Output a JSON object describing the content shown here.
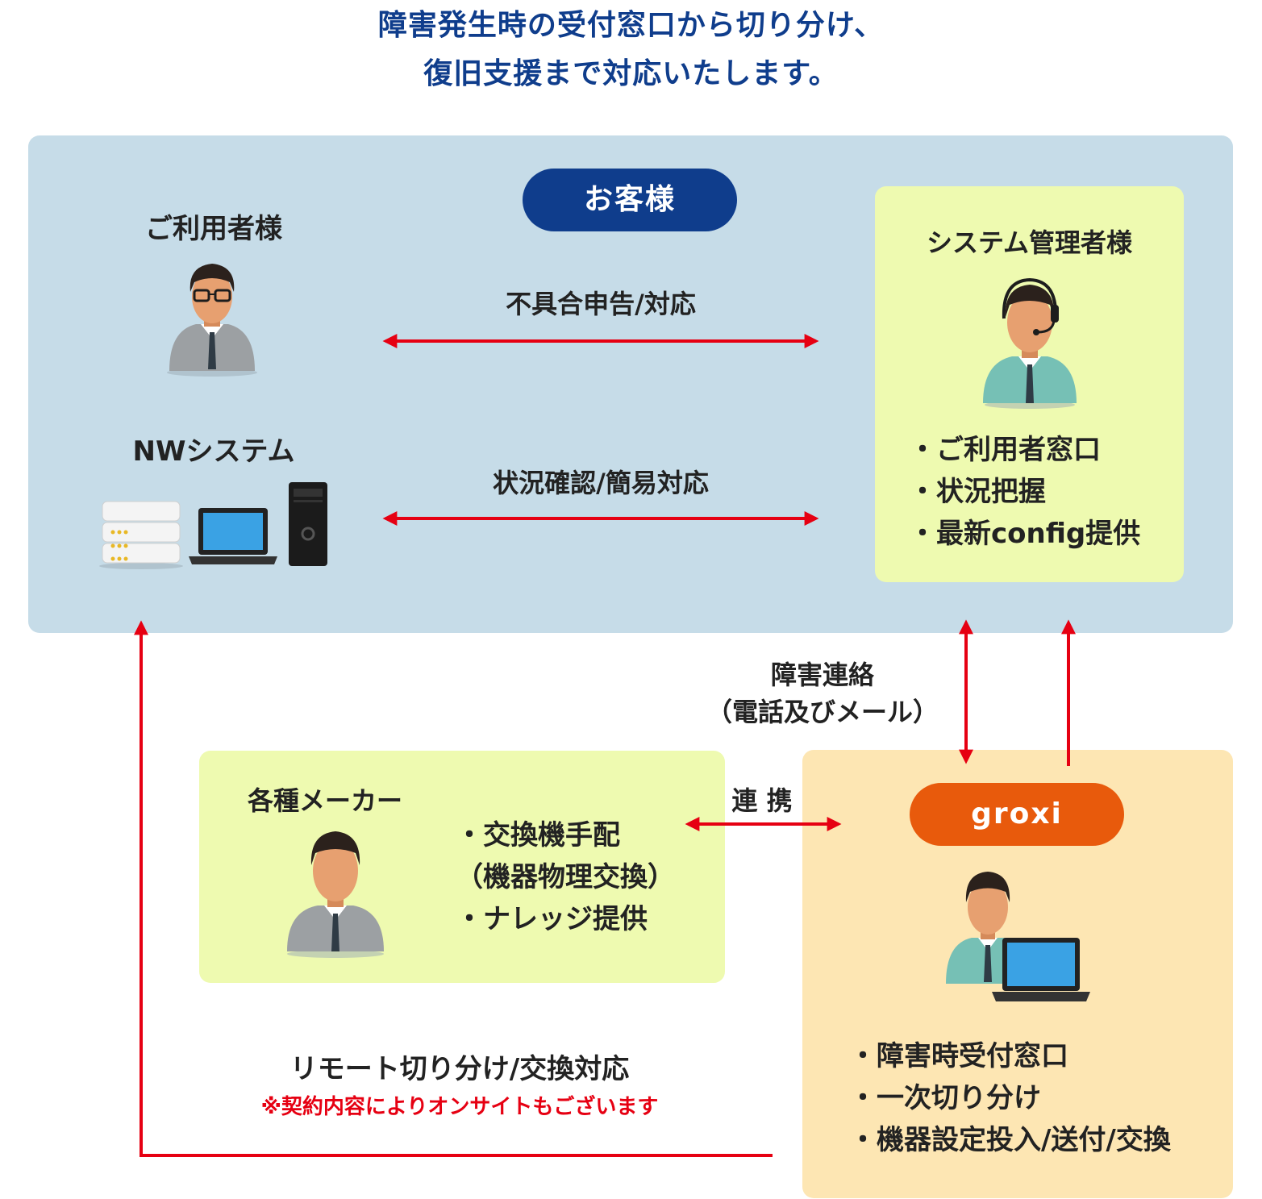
{
  "header": {
    "line1": "障害発生時の受付窓口から切り分け、",
    "line2": "復旧支援まで対応いたします。"
  },
  "customer": {
    "badge": "お客様",
    "user_label": "ご利用者様",
    "nw_label": "NWシステム",
    "admin": {
      "title": "システム管理者様",
      "items": [
        "・ご利用者窓口",
        "・状況把握",
        "・最新config提供"
      ]
    }
  },
  "arrows": {
    "report": "不具合申告/対応",
    "status": "状況確認/簡易対応",
    "incident_line1": "障害連絡",
    "incident_line2": "（電話及びメール）",
    "collab": "連 携",
    "remote": "リモート切り分け/交換対応",
    "remote_note": "※契約内容によりオンサイトもございます"
  },
  "maker": {
    "title": "各種メーカー",
    "items": [
      "・交換機手配",
      "（機器物理交換）",
      "・ナレッジ提供"
    ]
  },
  "groxi": {
    "badge": "groxi",
    "items": [
      "・障害時受付窓口",
      "・一次切り分け",
      "・機器設定投入/送付/交換"
    ]
  },
  "colors": {
    "title_blue": "#0f3d8c",
    "badge_blue": "#0f3d8c",
    "badge_orange": "#e85a0c",
    "arrow_red": "#e60012",
    "panel_blue": "#c6dce8",
    "panel_green": "#eefab0",
    "panel_orange": "#fde6b3"
  }
}
